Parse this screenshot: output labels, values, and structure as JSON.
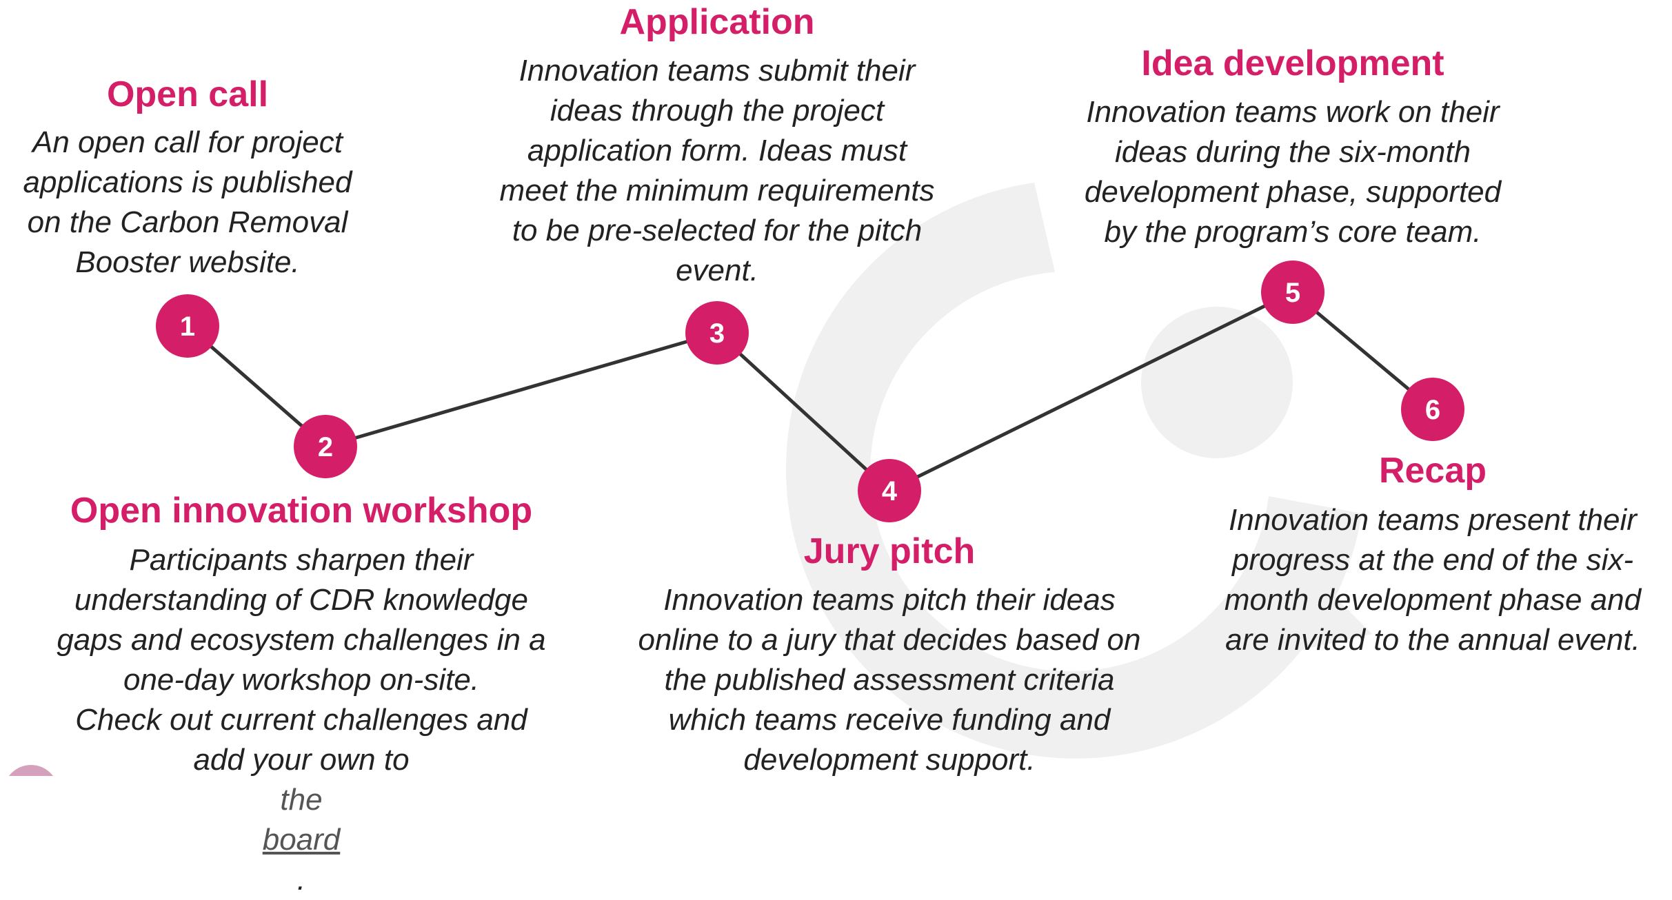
{
  "colors": {
    "accent": "#d41f68",
    "text": "#222222",
    "line": "#333333",
    "watermark": "#f0f0f0"
  },
  "steps": [
    {
      "number": "1",
      "title": "Open call",
      "description": [
        "An open call for project",
        "applications is published",
        "on the Carbon Removal",
        "Booster website."
      ]
    },
    {
      "number": "2",
      "title": "Open innovation workshop",
      "description": [
        "Participants sharpen their",
        "understanding of CDR knowledge",
        "gaps and ecosystem challenges in a",
        "one-day workshop on-site.",
        "Check out current challenges and"
      ],
      "last_line_prefix": "add your own to ",
      "link_prefix": "the ",
      "link_text": "board",
      "last_line_suffix": "."
    },
    {
      "number": "3",
      "title": "Application",
      "description": [
        "Innovation teams submit their",
        "ideas through the project",
        "application form. Ideas must",
        "meet the minimum requirements",
        "to be pre-selected for the pitch",
        "event."
      ]
    },
    {
      "number": "4",
      "title": "Jury pitch",
      "description": [
        "Innovation teams pitch their ideas",
        "online to a jury that decides based on",
        "the published assessment criteria",
        "which teams receive funding and",
        "development support."
      ]
    },
    {
      "number": "5",
      "title": "Idea development",
      "description": [
        "Innovation teams work on their",
        "ideas during the six-month",
        "development phase, supported",
        "by the program’s core team."
      ]
    },
    {
      "number": "6",
      "title": "Recap",
      "description": [
        "Innovation teams present their",
        "progress at the end of the six-",
        "month development phase and",
        "are invited to the annual event."
      ]
    }
  ]
}
